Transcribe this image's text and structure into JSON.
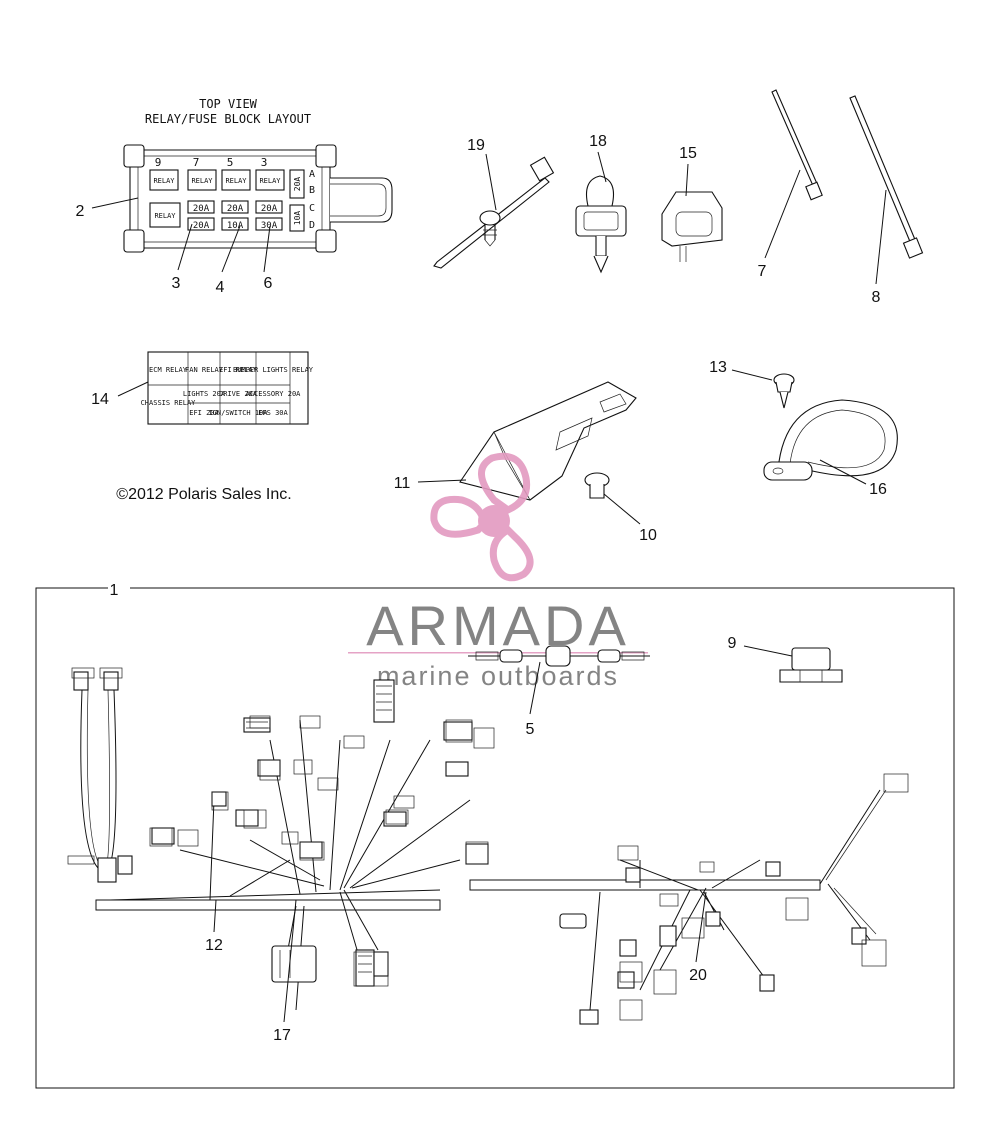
{
  "header": {
    "line1": "TOP VIEW",
    "line2": "RELAY/FUSE BLOCK LAYOUT"
  },
  "fuse_block": {
    "top_numbers": [
      "9",
      "7",
      "5",
      "3"
    ],
    "side_letters": [
      "A",
      "B",
      "C",
      "D"
    ],
    "relay_label": "RELAY",
    "fuses_row1": [
      "20A",
      "20A",
      "20A"
    ],
    "fuses_row2": [
      "20A",
      "10A",
      "30A"
    ],
    "side_fuses": [
      "20A",
      "10A"
    ]
  },
  "fuse_table": {
    "row1": [
      "ECM RELAY",
      "FAN RELAY",
      "EFI RELAY",
      "BUMPER LIGHTS RELAY"
    ],
    "row2": [
      "CHASSIS RELAY",
      "LIGHTS 20A",
      "DRIVE 20A",
      "ACCESSORY 20A"
    ],
    "row3": [
      "EFI 20A",
      "IGN/SWITCH 10A",
      "EPS 30A"
    ]
  },
  "copyright": "©2012 Polaris Sales Inc.",
  "callouts": [
    "1",
    "2",
    "3",
    "4",
    "5",
    "6",
    "7",
    "8",
    "9",
    "10",
    "11",
    "12",
    "13",
    "14",
    "15",
    "16",
    "17",
    "18",
    "19",
    "20"
  ],
  "watermark": {
    "brand": "ARMADA",
    "tagline": "marine outboards",
    "logo_color": "#e39ac0",
    "text_color": "#777777"
  }
}
